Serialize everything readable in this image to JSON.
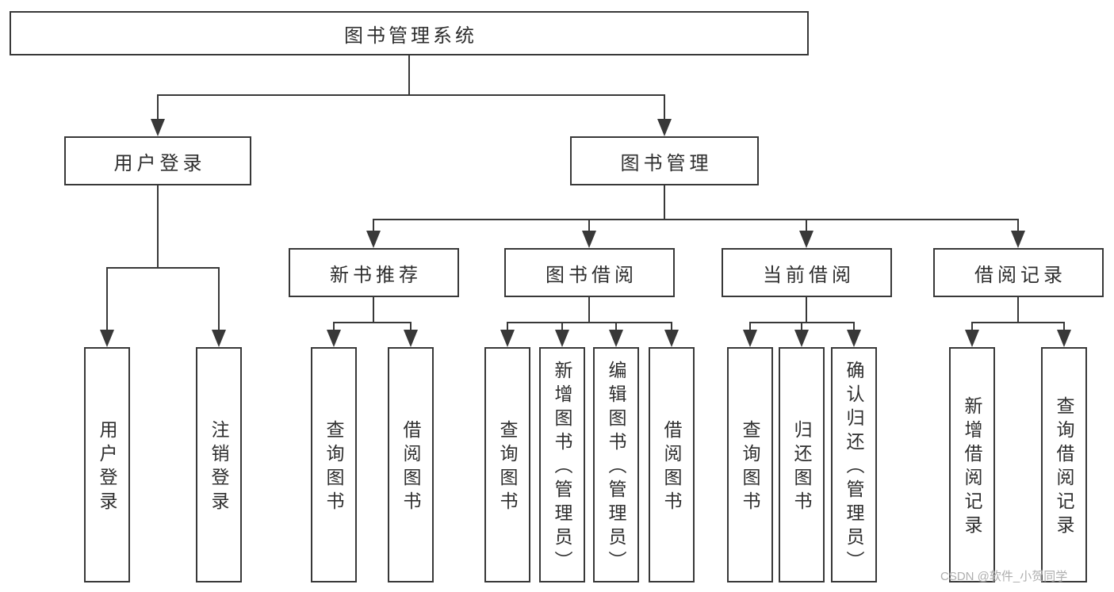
{
  "diagram_title": "图书管理系统",
  "colors": {
    "line": "#383838",
    "background": "#ffffff",
    "watermark_text": "#aeaeae"
  },
  "tree": {
    "root": {
      "label": "图书管理系统"
    },
    "branches": [
      {
        "label": "用户登录",
        "children": [
          {
            "label": "用户登录"
          },
          {
            "label": "注销登录"
          }
        ]
      },
      {
        "label": "图书管理",
        "sections": [
          {
            "label": "新书推荐",
            "children": [
              {
                "label": "查询图书"
              },
              {
                "label": "借阅图书"
              }
            ]
          },
          {
            "label": "图书借阅",
            "children": [
              {
                "label": "查询图书"
              },
              {
                "label": "新增图书（管理员）"
              },
              {
                "label": "编辑图书（管理员）"
              },
              {
                "label": "借阅图书"
              }
            ]
          },
          {
            "label": "当前借阅",
            "children": [
              {
                "label": "查询图书"
              },
              {
                "label": "归还图书"
              },
              {
                "label": "确认归还（管理员）"
              }
            ]
          },
          {
            "label": "借阅记录",
            "children": [
              {
                "label": "新增借阅记录"
              },
              {
                "label": "查询借阅记录"
              }
            ]
          }
        ]
      }
    ]
  },
  "watermark": {
    "text": "CSDN @软件_小贺同学"
  }
}
